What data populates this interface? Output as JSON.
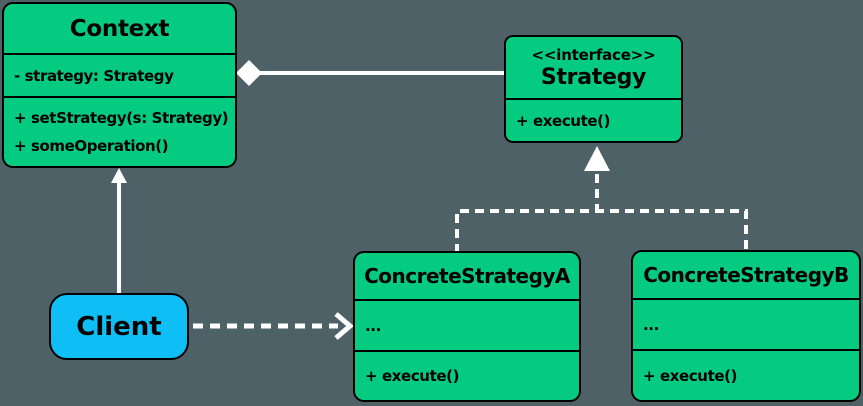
{
  "diagram": {
    "type": "uml-class-diagram",
    "pattern_name": "Strategy",
    "colors": {
      "background": "#4e6167",
      "class_fill": "#05cb80",
      "client_fill": "#0fbef5",
      "box_border": "#000000",
      "connector": "#ffffff",
      "text": "#000000"
    },
    "classes": {
      "context": {
        "title": "Context",
        "attributes": [
          "- strategy: Strategy"
        ],
        "methods": [
          "+ setStrategy(s: Strategy)",
          "+ someOperation()"
        ]
      },
      "strategy": {
        "stereotype": "<<interface>>",
        "title": "Strategy",
        "methods": [
          "+ execute()"
        ]
      },
      "concrete_strategy_a": {
        "title": "ConcreteStrategyA",
        "attributes": [
          "..."
        ],
        "methods": [
          "+ execute()"
        ]
      },
      "concrete_strategy_b": {
        "title": "ConcreteStrategyB",
        "attributes": [
          "..."
        ],
        "methods": [
          "+ execute()"
        ]
      },
      "client": {
        "title": "Client"
      }
    },
    "relationships": [
      {
        "type": "aggregation",
        "from": "Context",
        "to": "Strategy"
      },
      {
        "type": "realization",
        "from": "ConcreteStrategyA",
        "to": "Strategy"
      },
      {
        "type": "realization",
        "from": "ConcreteStrategyB",
        "to": "Strategy"
      },
      {
        "type": "association",
        "from": "Client",
        "to": "Context"
      },
      {
        "type": "dependency",
        "from": "Client",
        "to": "ConcreteStrategyA"
      }
    ]
  }
}
